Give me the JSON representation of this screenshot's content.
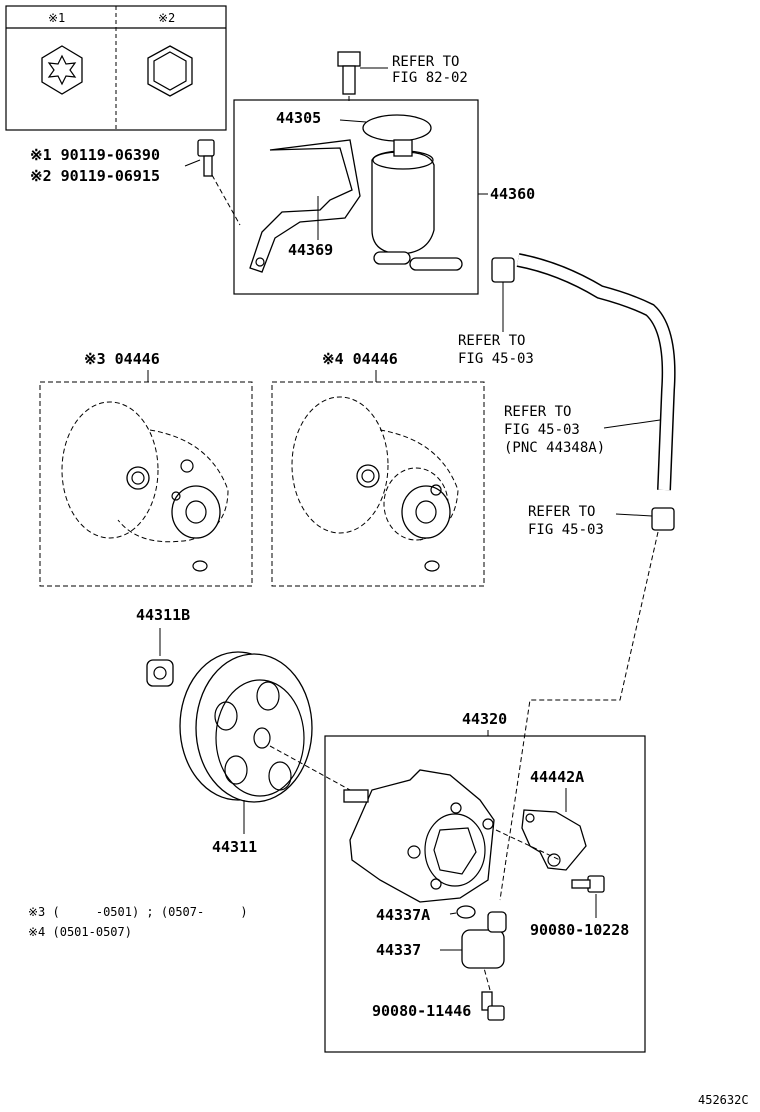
{
  "legend_box": {
    "col1": "※1",
    "col2": "※2"
  },
  "bolt_code_1": "※1 90119-06390",
  "bolt_code_2": "※2 90119-06915",
  "refer_82_02": [
    "REFER TO",
    "FIG 82-02"
  ],
  "reservoir": {
    "cap": "44305",
    "bracket": "44369",
    "assy": "44360"
  },
  "refer_45_03_a": [
    "REFER TO",
    "FIG 45-03"
  ],
  "refer_45_03_b": [
    "REFER TO",
    "FIG 45-03",
    "(PNC 44348A)"
  ],
  "refer_45_03_c": [
    "REFER TO",
    "FIG 45-03"
  ],
  "kit_3": "※3 04446",
  "kit_4": "※4 04446",
  "pulley_nut": "44311B",
  "pulley": "44311",
  "pump_assy": "44320",
  "bracket_a": "44442A",
  "bolt_a": "90080-10228",
  "oring": "44337A",
  "valve": "44337",
  "bolt_b": "90080-11446",
  "note_3": "※3 (     -0501) ; (0507-     )",
  "note_4": "※4 (0501-0507)",
  "drawing_id": "452632C"
}
